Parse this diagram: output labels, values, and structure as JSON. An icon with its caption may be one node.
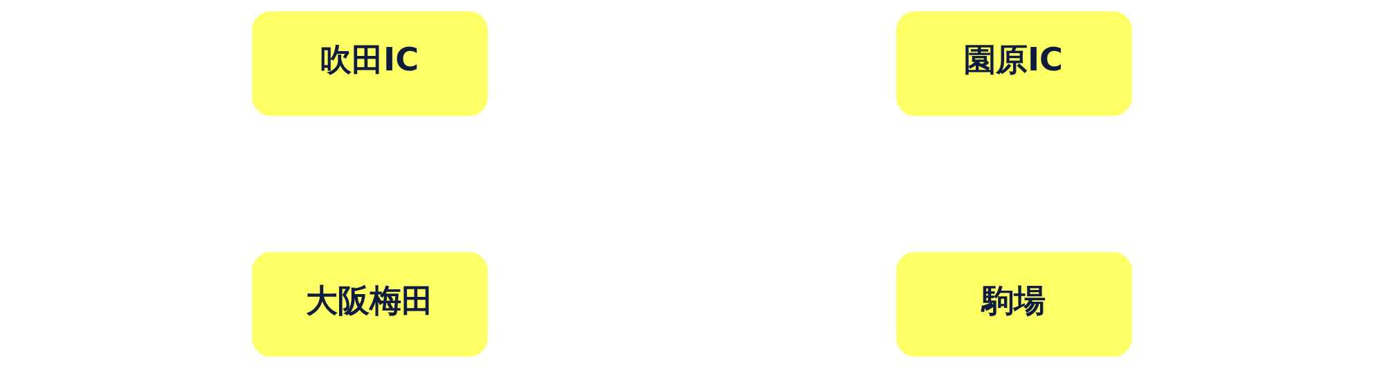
{
  "diagram": {
    "nodes": [
      {
        "text": [
          "吹田IC"
        ]
      },
      {
        "text": [
          "園原IC"
        ]
      },
      {
        "text": [
          "大阪梅田"
        ]
      },
      {
        "text": [
          "駒場"
        ]
      }
    ]
  }
}
